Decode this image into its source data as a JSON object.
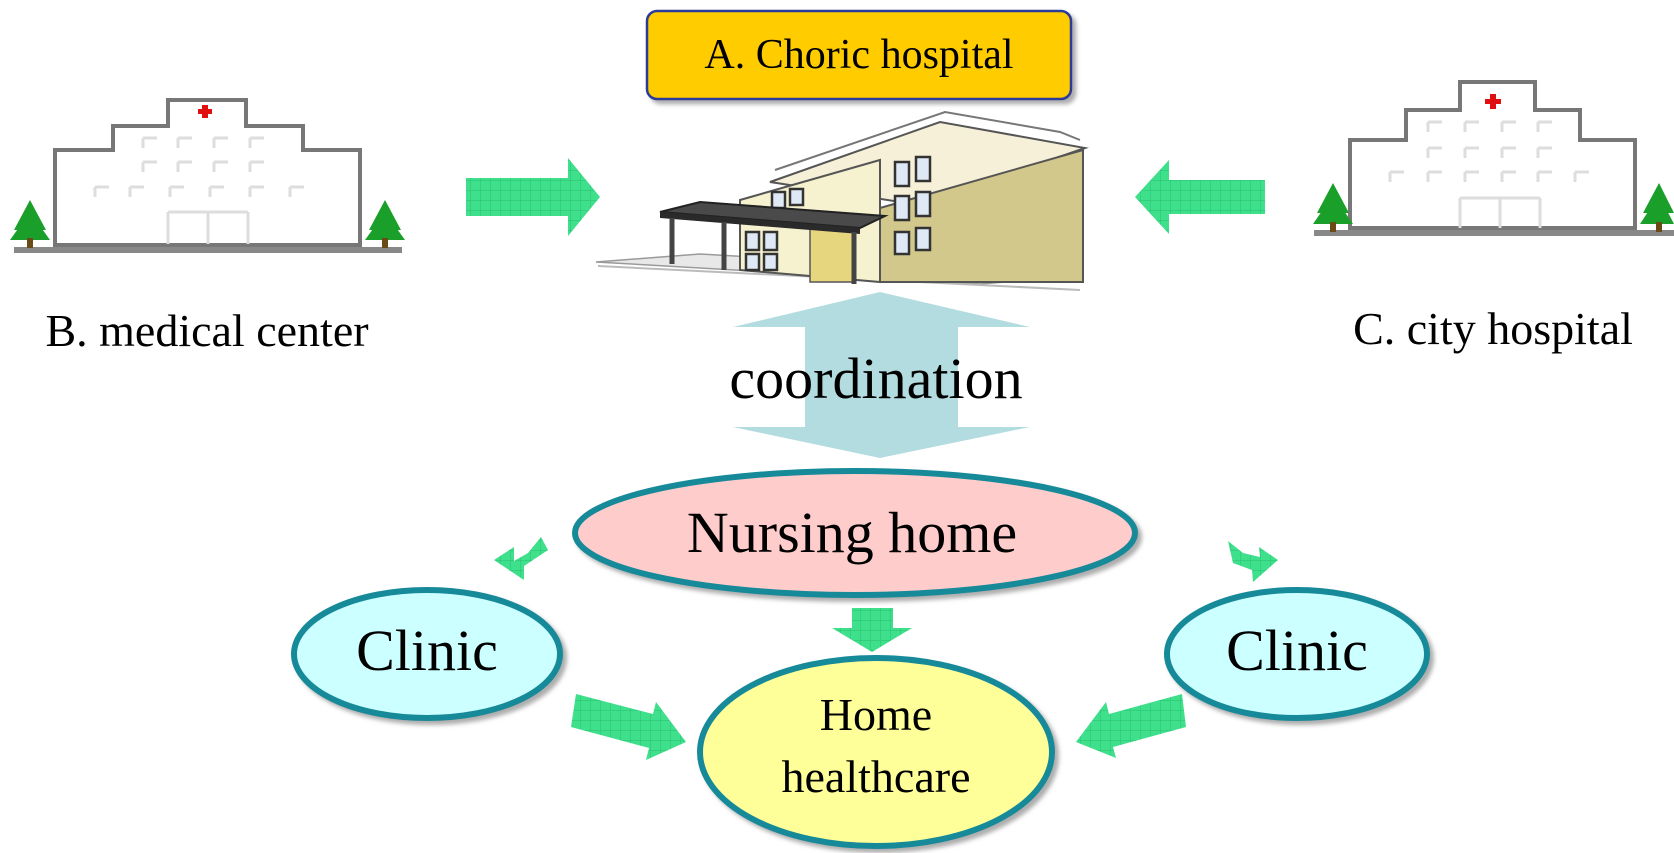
{
  "nodes": {
    "choric_hospital": "A. Choric hospital",
    "medical_center": "B. medical center",
    "city_hospital": "C. city hospital",
    "nursing_home": "Nursing home",
    "clinic_left": "Clinic",
    "clinic_right": "Clinic",
    "home_healthcare_line1": "Home",
    "home_healthcare_line2": "healthcare"
  },
  "edges": {
    "coordination": "coordination"
  },
  "icons": {
    "left_building": "hospital-building-icon",
    "center_building": "modern-hospital-building-icon",
    "right_building": "hospital-building-icon"
  },
  "colors": {
    "arrow_green": "#3ee08c",
    "coordination_arrow": "#b3dce0",
    "title_box": "#ffcc00",
    "nursing_home_fill": "#ffcccc",
    "clinic_fill": "#ccffff",
    "home_healthcare_fill": "#ffff99",
    "ellipse_border": "#168a99"
  }
}
